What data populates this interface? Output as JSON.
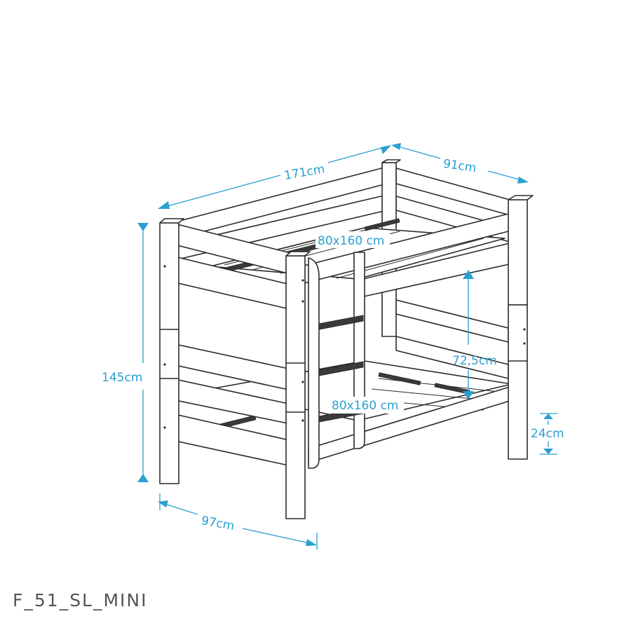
{
  "dimensions": {
    "length": "171cm",
    "depth": "91cm",
    "height": "145cm",
    "footprint_width": "97cm",
    "upper_mattress": "80x160 cm",
    "lower_mattress": "80x160 cm",
    "bunk_clearance": "72,5cm",
    "floor_clearance": "24cm"
  },
  "model_code": "F_51_SL_MINI",
  "colors": {
    "dimension_blue": "#2a9fd0",
    "outline": "#2b2b2b",
    "label_grey": "#555555"
  }
}
